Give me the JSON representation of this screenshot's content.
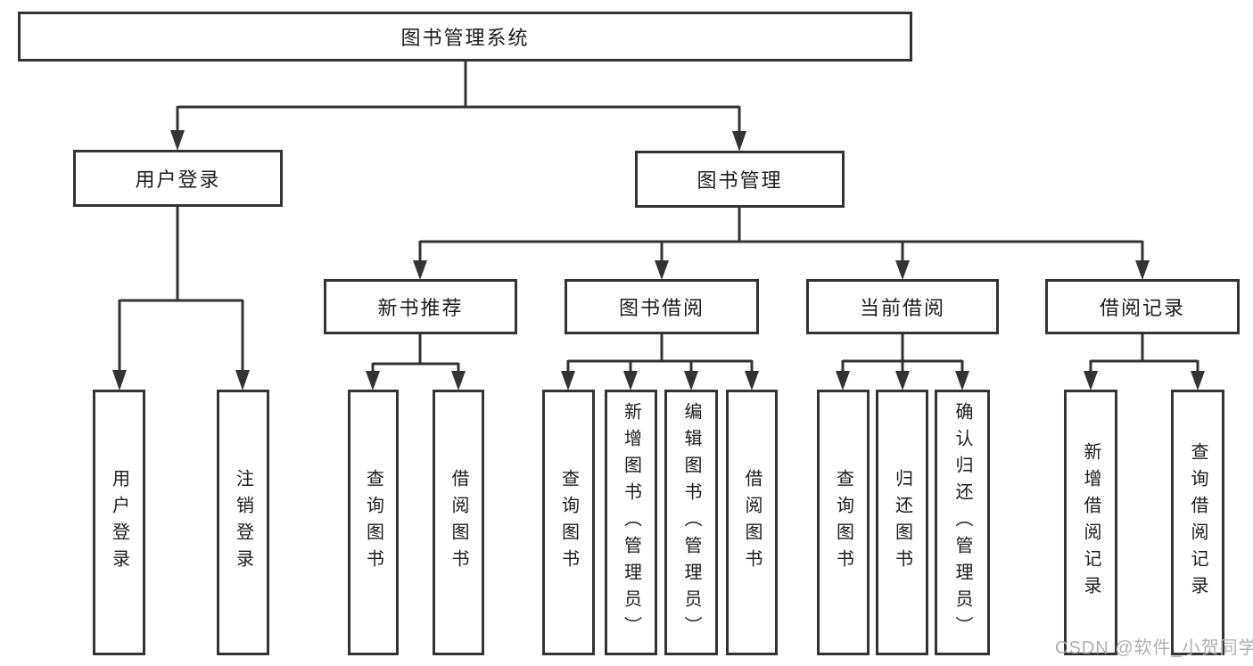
{
  "diagram": {
    "nodes": {
      "root": "图书管理系统",
      "user_login": "用户登录",
      "book_mgmt": "图书管理",
      "new_book_rec": "新书推荐",
      "book_borrow": "图书借阅",
      "current_borrow": "当前借阅",
      "borrow_record": "借阅记录",
      "login_children": [
        "用户登录",
        "注销登录"
      ],
      "rec_children": [
        "查询图书",
        "借阅图书"
      ],
      "borrow_children": [
        "查询图书",
        "新增图书（管理员）",
        "编辑图书（管理员）",
        "借阅图书"
      ],
      "current_children": [
        "查询图书",
        "归还图书",
        "确认归还（管理员）"
      ],
      "record_children": [
        "新增借阅记录",
        "查询借阅记录"
      ]
    },
    "watermark": "CSDN @软件_小贺同学",
    "colors": {
      "line": "#333333",
      "text": "#1c1c1c",
      "box_background": "#ffffff",
      "watermark": "#b0b0b0"
    }
  }
}
